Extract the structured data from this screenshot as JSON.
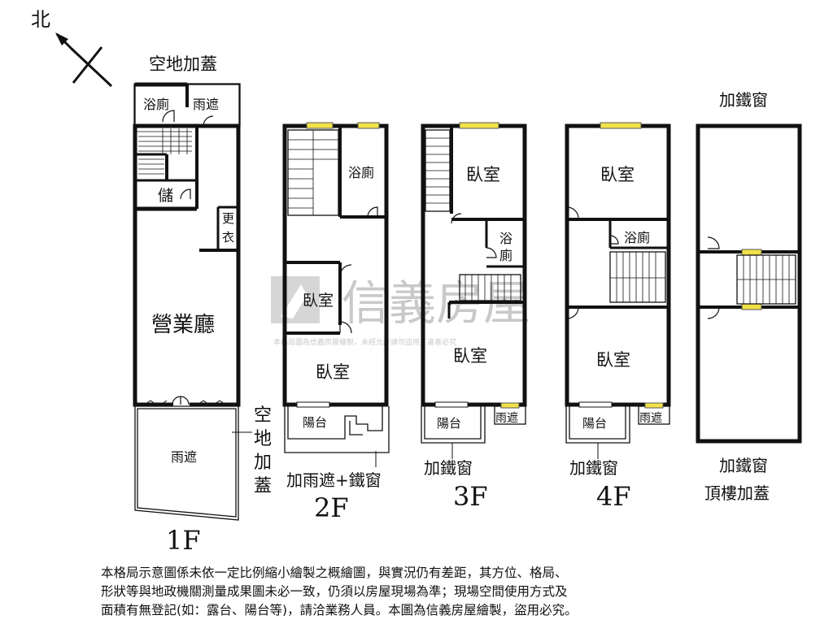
{
  "compass": {
    "north_label": "北"
  },
  "watermark": {
    "brand": "信義房屋",
    "notice": "本格局圖為信義房屋繪製，未經允許請勿盜用，違者必究"
  },
  "floor_1": {
    "floor_label": "1F",
    "top_label": "空地加蓋",
    "side_label": [
      "空",
      "地",
      "加",
      "蓋"
    ],
    "rooms": {
      "bath": "浴廁",
      "canopy_top": "雨遮",
      "storage": "儲",
      "changing": [
        "更",
        "衣"
      ],
      "business_hall": "營業廳",
      "canopy_front": "雨遮"
    }
  },
  "floor_2": {
    "floor_label": "2F",
    "bottom_label": "加雨遮+鐵窗",
    "rooms": {
      "bath": "浴廁",
      "bedroom_a": "臥室",
      "bedroom_b": "臥室",
      "balcony": "陽台"
    }
  },
  "floor_3": {
    "floor_label": "3F",
    "bottom_label": "加鐵窗",
    "rooms": {
      "bedroom_a": "臥室",
      "bath": [
        "浴",
        "廁"
      ],
      "bedroom_b": "臥室",
      "balcony": "陽台",
      "canopy": "雨遮"
    }
  },
  "floor_4": {
    "floor_label": "4F",
    "bottom_label": "加鐵窗",
    "rooms": {
      "bedroom_a": "臥室",
      "bath": "浴廁",
      "bedroom_b": "臥室",
      "balcony": "陽台",
      "canopy": "雨遮"
    }
  },
  "floor_roof": {
    "top_label": "加鐵窗",
    "bottom_label_1": "加鐵窗",
    "bottom_label_2": "頂樓加蓋"
  },
  "disclaimer": [
    "本格局示意圖係未依一定比例縮小繪製之概繪圖，與實況仍有差距，其方位、格局、",
    "形狀等與地政機關測量成果圖未必一致，仍須以房屋現場為準；現場空間使用方式及",
    "面積有無登記(如：露台、陽台等)，請洽業務人員。本圖為信義房屋繪製，盜用必究。"
  ]
}
